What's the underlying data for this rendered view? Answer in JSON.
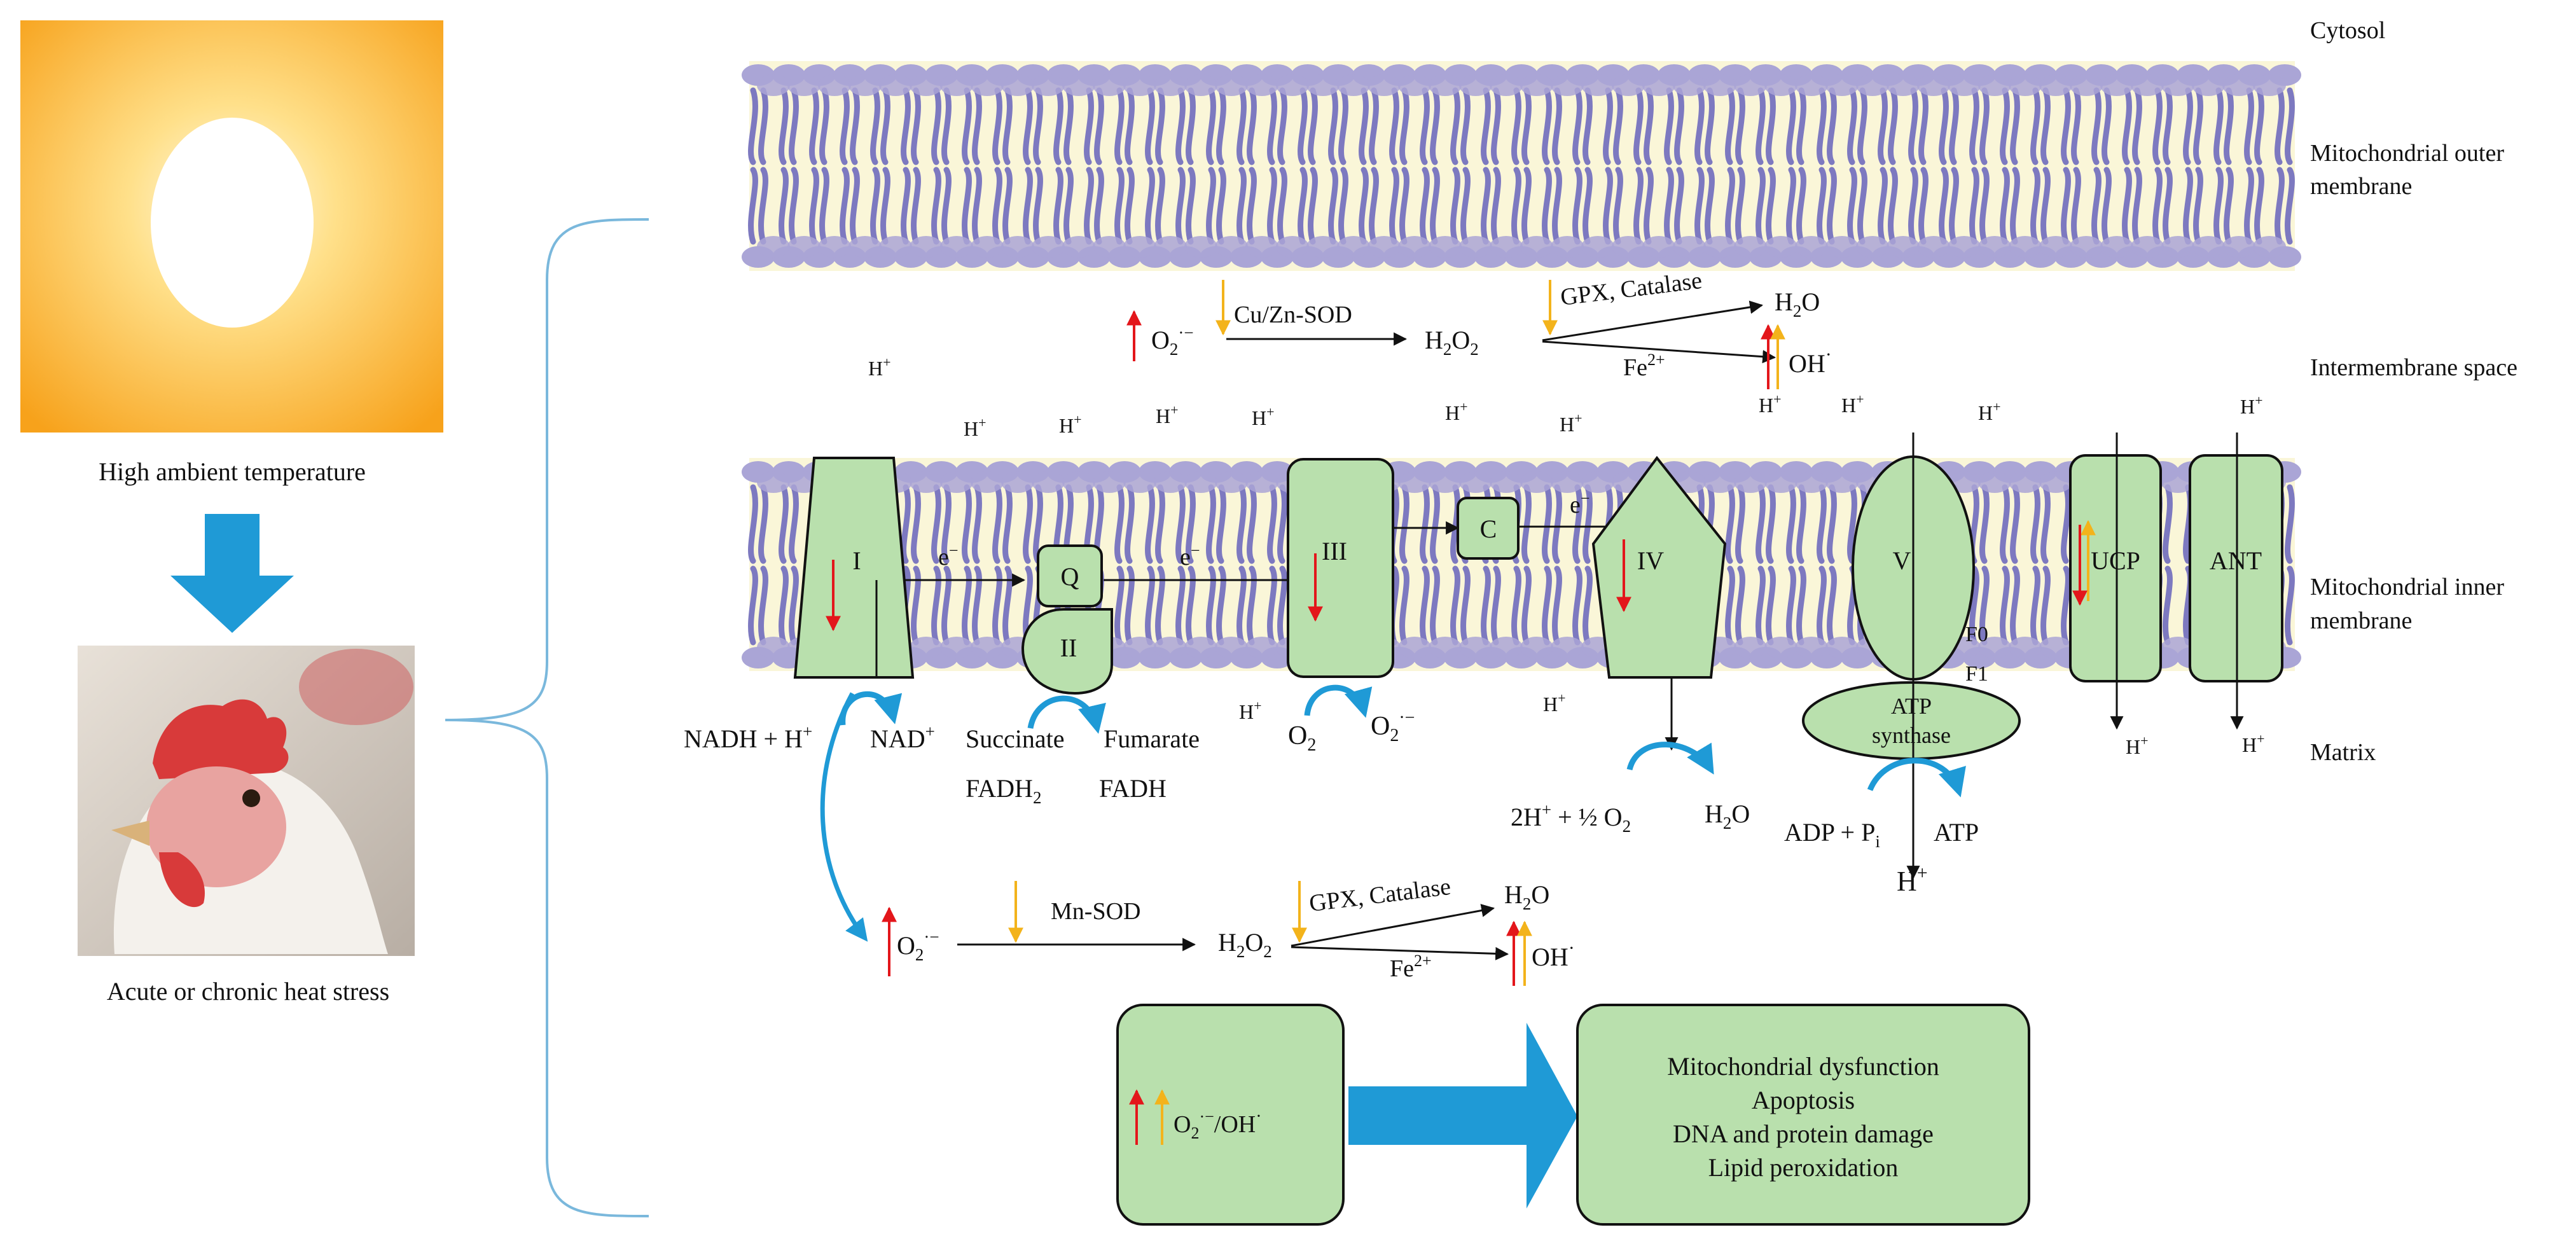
{
  "colors": {
    "sun_orange": "#f7a21b",
    "membrane_head": "#aaa5d6",
    "membrane_tail": "#7d79c0",
    "complex_fill": "#b9e0ad",
    "blue_arrow": "#1f9ad6",
    "red_arrow": "#e3161b",
    "yellow_arrow": "#f3b31b",
    "bracket": "#7ab8dc"
  },
  "left_panel": {
    "sun_label": "High ambient temperature",
    "chicken_label": "Acute or chronic heat stress"
  },
  "regions": {
    "cytosol": "Cytosol",
    "outer_membrane_l1": "Mitochondrial outer",
    "outer_membrane_l2": "membrane",
    "intermembrane": "Intermembrane space",
    "inner_membrane_l1": "Mitochondrial inner",
    "inner_membrane_l2": "membrane",
    "matrix": "Matrix"
  },
  "complexes": {
    "c1": "I",
    "c2": "II",
    "q": "Q",
    "c3": "III",
    "c": "C",
    "c4": "IV",
    "c5": "V",
    "ucp": "UCP",
    "ant": "ANT",
    "f0": "F0",
    "f1": "F1",
    "atp_synthase_l1": "ATP",
    "atp_synthase_l2": "synthase"
  },
  "ims_ros": {
    "superoxide": "O",
    "superoxide_sub": "2",
    "superoxide_sup": "·−",
    "cuzn_sod": "Cu/Zn-SOD",
    "h2o2_main": "H",
    "h2o2_sub1": "2",
    "h2o2_o": "O",
    "h2o2_sub2": "2",
    "gpx": "GPX, Catalase",
    "h2o_h": "H",
    "h2o_sub": "2",
    "h2o_o": "O",
    "fe": "Fe",
    "fe_sup": "2+",
    "oh": "OH",
    "oh_sup": "·"
  },
  "protons": {
    "h": "H",
    "plus": "+"
  },
  "electrons": {
    "e": "e",
    "minus": "−"
  },
  "matrix_labels": {
    "nadh": "NADH + H",
    "nadh_plus": "+",
    "nad": "NAD",
    "nad_plus": "+",
    "succinate": "Succinate",
    "fumarate": "Fumarate",
    "fadh2_main": "FADH",
    "fadh2_sub": "2",
    "fadh": "FADH",
    "o2_main": "O",
    "o2_sub": "2",
    "o2m_main": "O",
    "o2m_sub": "2",
    "o2m_sup": "·−",
    "water_eq": "2H",
    "water_eq_sup": "+",
    "water_eq_tail": " + ½ O",
    "water_eq_sub": "2",
    "h2o_h": "H",
    "h2o_sub": "2",
    "h2o_o": "O",
    "adp": "ADP + P",
    "adp_sub": "i",
    "atp": "ATP"
  },
  "matrix_ros": {
    "superoxide": "O",
    "superoxide_sub": "2",
    "superoxide_sup": "·−",
    "mn_sod": "Mn-SOD",
    "h2o2_h": "H",
    "h2o2_sub1": "2",
    "h2o2_o": "O",
    "h2o2_sub2": "2",
    "gpx": "GPX, Catalase",
    "h2o_h": "H",
    "h2o_sub": "2",
    "h2o_o": "O",
    "fe": "Fe",
    "fe_sup": "2+",
    "oh": "OH",
    "oh_sup": "·"
  },
  "bottom": {
    "ros_main": "O",
    "ros_sub": "2",
    "ros_sup": "·−",
    "ros_tail": "/OH",
    "ros_tail_sup": "·",
    "effects": [
      "Mitochondrial dysfunction",
      "Apoptosis",
      "DNA and protein damage",
      "Lipid peroxidation"
    ]
  }
}
